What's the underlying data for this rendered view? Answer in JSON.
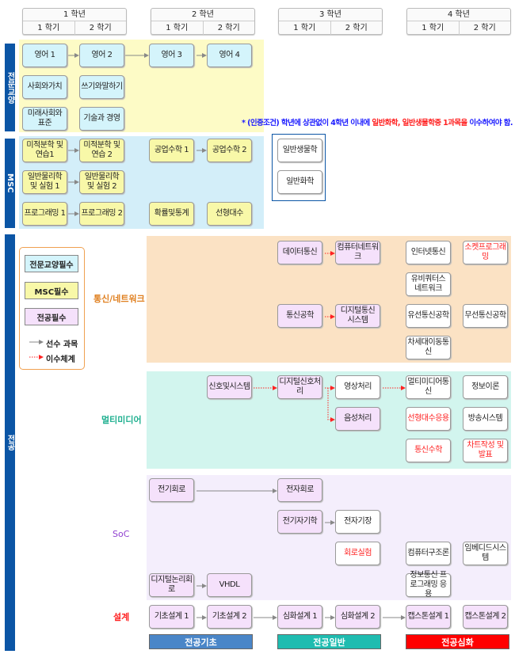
{
  "years": [
    {
      "label": "1 학년",
      "sem1": "1 학기",
      "sem2": "2 학기"
    },
    {
      "label": "2 학년",
      "sem1": "1 학기",
      "sem2": "2 학기"
    },
    {
      "label": "3 학년",
      "sem1": "1 학기",
      "sem2": "2 학기"
    },
    {
      "label": "4 학년",
      "sem1": "1 학기",
      "sem2": "2 학기"
    }
  ],
  "sections": {
    "liberal": "전문교양",
    "msc": "MSC",
    "major": "전공"
  },
  "note": {
    "prefix": "* (인증조건) 학년에 상관없이 4학년 이내에 ",
    "highlight": "일반화학, 일반생물학중 1과목을",
    "suffix": "이수하여야 함."
  },
  "liberal": [
    "영어 1",
    "영어 2",
    "영어 3",
    "영어 4",
    "사회와가치",
    "쓰기와말하기",
    "미래사회와 표준",
    "기술과 경영"
  ],
  "msc": [
    "미적분학 및 연습1",
    "미적분학 및 연습 2",
    "공업수학 1",
    "공업수학 2",
    "일반물리학 및 실험 1",
    "일반물리학 및 실험 2",
    "프로그래밍 1",
    "프로그래밍 2",
    "확률및통계",
    "선형대수"
  ],
  "science": [
    "일반생물학",
    "일반화학"
  ],
  "legend": {
    "liberal": "전문교양필수",
    "msc": "MSC필수",
    "major": "전공필수",
    "prereq": "선수 과목",
    "sequence": "이수체계"
  },
  "tracks": {
    "network": "통신/네트워크",
    "multimedia": "멀티미디어",
    "soc": "SoC",
    "design": "설계"
  },
  "network": [
    "데이터통신",
    "컴퓨터네트워크",
    "인터넷통신",
    "소켓프로그래밍",
    "유비쿼터스 네트워크",
    "통신공학",
    "디지털통신 시스템",
    "유선통신공학",
    "무선통신공학",
    "차세대이동통신"
  ],
  "multimedia": [
    "신호및시스템",
    "디지털신호처리",
    "영상처리",
    "멀티미디어통신",
    "정보이론",
    "음성처리",
    "선형대수응용",
    "방송시스템",
    "통신수학",
    "차트작성 및 발표"
  ],
  "soc": [
    "전기회로",
    "전자회로",
    "전기자기학",
    "전자기장",
    "회로실험",
    "컴퓨터구조론",
    "임베디드시스템",
    "디지털논리회로",
    "VHDL",
    "정보통신 프로그래밍 응용"
  ],
  "design": [
    "기초설계 1",
    "기초설계 2",
    "심화설계 1",
    "심화설계 2",
    "캡스톤설계 1",
    "캡스톤설계 2"
  ],
  "levels": [
    "전공기초",
    "전공일반",
    "전공심화"
  ],
  "colors": {
    "liberal_bg": "#fdfbc6",
    "msc_bg": "#d3eef9",
    "network_bg": "#fbe2c4",
    "multimedia_bg": "#d2f5ee",
    "soc_bg": "#f4eefc",
    "sidebar": "#0b55a5",
    "level1": "#4a86c8",
    "level2": "#1fbcb0",
    "level3": "#ff0000"
  }
}
